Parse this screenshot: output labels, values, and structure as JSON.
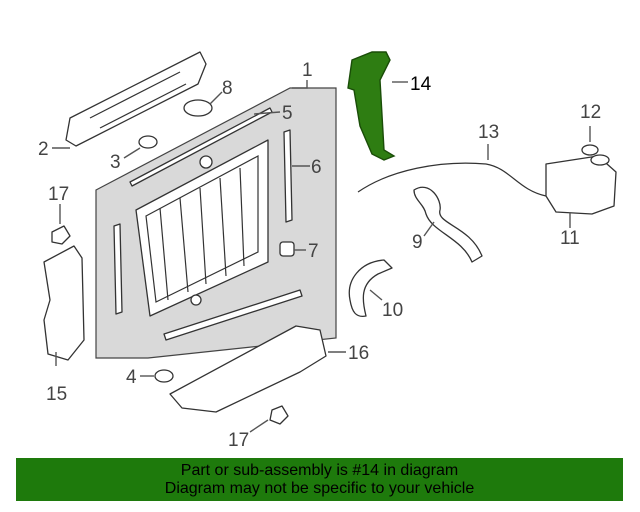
{
  "callouts": [
    {
      "id": "c1",
      "label": "1"
    },
    {
      "id": "c2",
      "label": "2"
    },
    {
      "id": "c3",
      "label": "3"
    },
    {
      "id": "c4",
      "label": "4"
    },
    {
      "id": "c5",
      "label": "5"
    },
    {
      "id": "c6",
      "label": "6"
    },
    {
      "id": "c7",
      "label": "7"
    },
    {
      "id": "c8",
      "label": "8"
    },
    {
      "id": "c9",
      "label": "9"
    },
    {
      "id": "c10",
      "label": "10"
    },
    {
      "id": "c11",
      "label": "11"
    },
    {
      "id": "c12",
      "label": "12"
    },
    {
      "id": "c13",
      "label": "13"
    },
    {
      "id": "c14",
      "label": "14"
    },
    {
      "id": "c15",
      "label": "15"
    },
    {
      "id": "c16",
      "label": "16"
    },
    {
      "id": "c17a",
      "label": "17"
    },
    {
      "id": "c17b",
      "label": "17"
    }
  ],
  "highlighted_part": "14",
  "colors": {
    "highlight": "#2e7d12",
    "banner": "#1e7a0c"
  },
  "banner": {
    "line1": "Part or sub-assembly is #14 in diagram",
    "line2": "Diagram may not be specific to your vehicle"
  }
}
